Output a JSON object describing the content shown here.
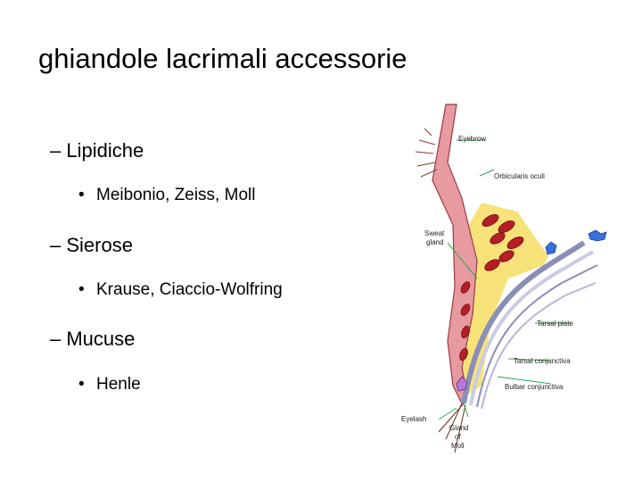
{
  "slide": {
    "title": "ghiandole lacrimali accessorie",
    "items": [
      {
        "label": "– Lipidiche",
        "sub": "Meibonio, Zeiss, Moll"
      },
      {
        "label": "– Sierose",
        "sub": "Krause, Ciaccio-Wolfring"
      },
      {
        "label": "– Mucuse",
        "sub": "Henle"
      }
    ],
    "bullet": "•"
  },
  "diagram": {
    "labels": {
      "eyebrow": "Eyebrow",
      "orbicularis": "Orbicularis oculi",
      "sweat1": "Sweat",
      "sweat2": "gland",
      "tarsal_plate": "Tarsal plate",
      "tarsal_conj": "Tarsal conjunctiva",
      "bulbar_conj": "Bulbar conjunctiva",
      "eyelash": "Eyelash",
      "moll1": "Gland",
      "moll2": "of",
      "moll3": "Moll"
    }
  }
}
